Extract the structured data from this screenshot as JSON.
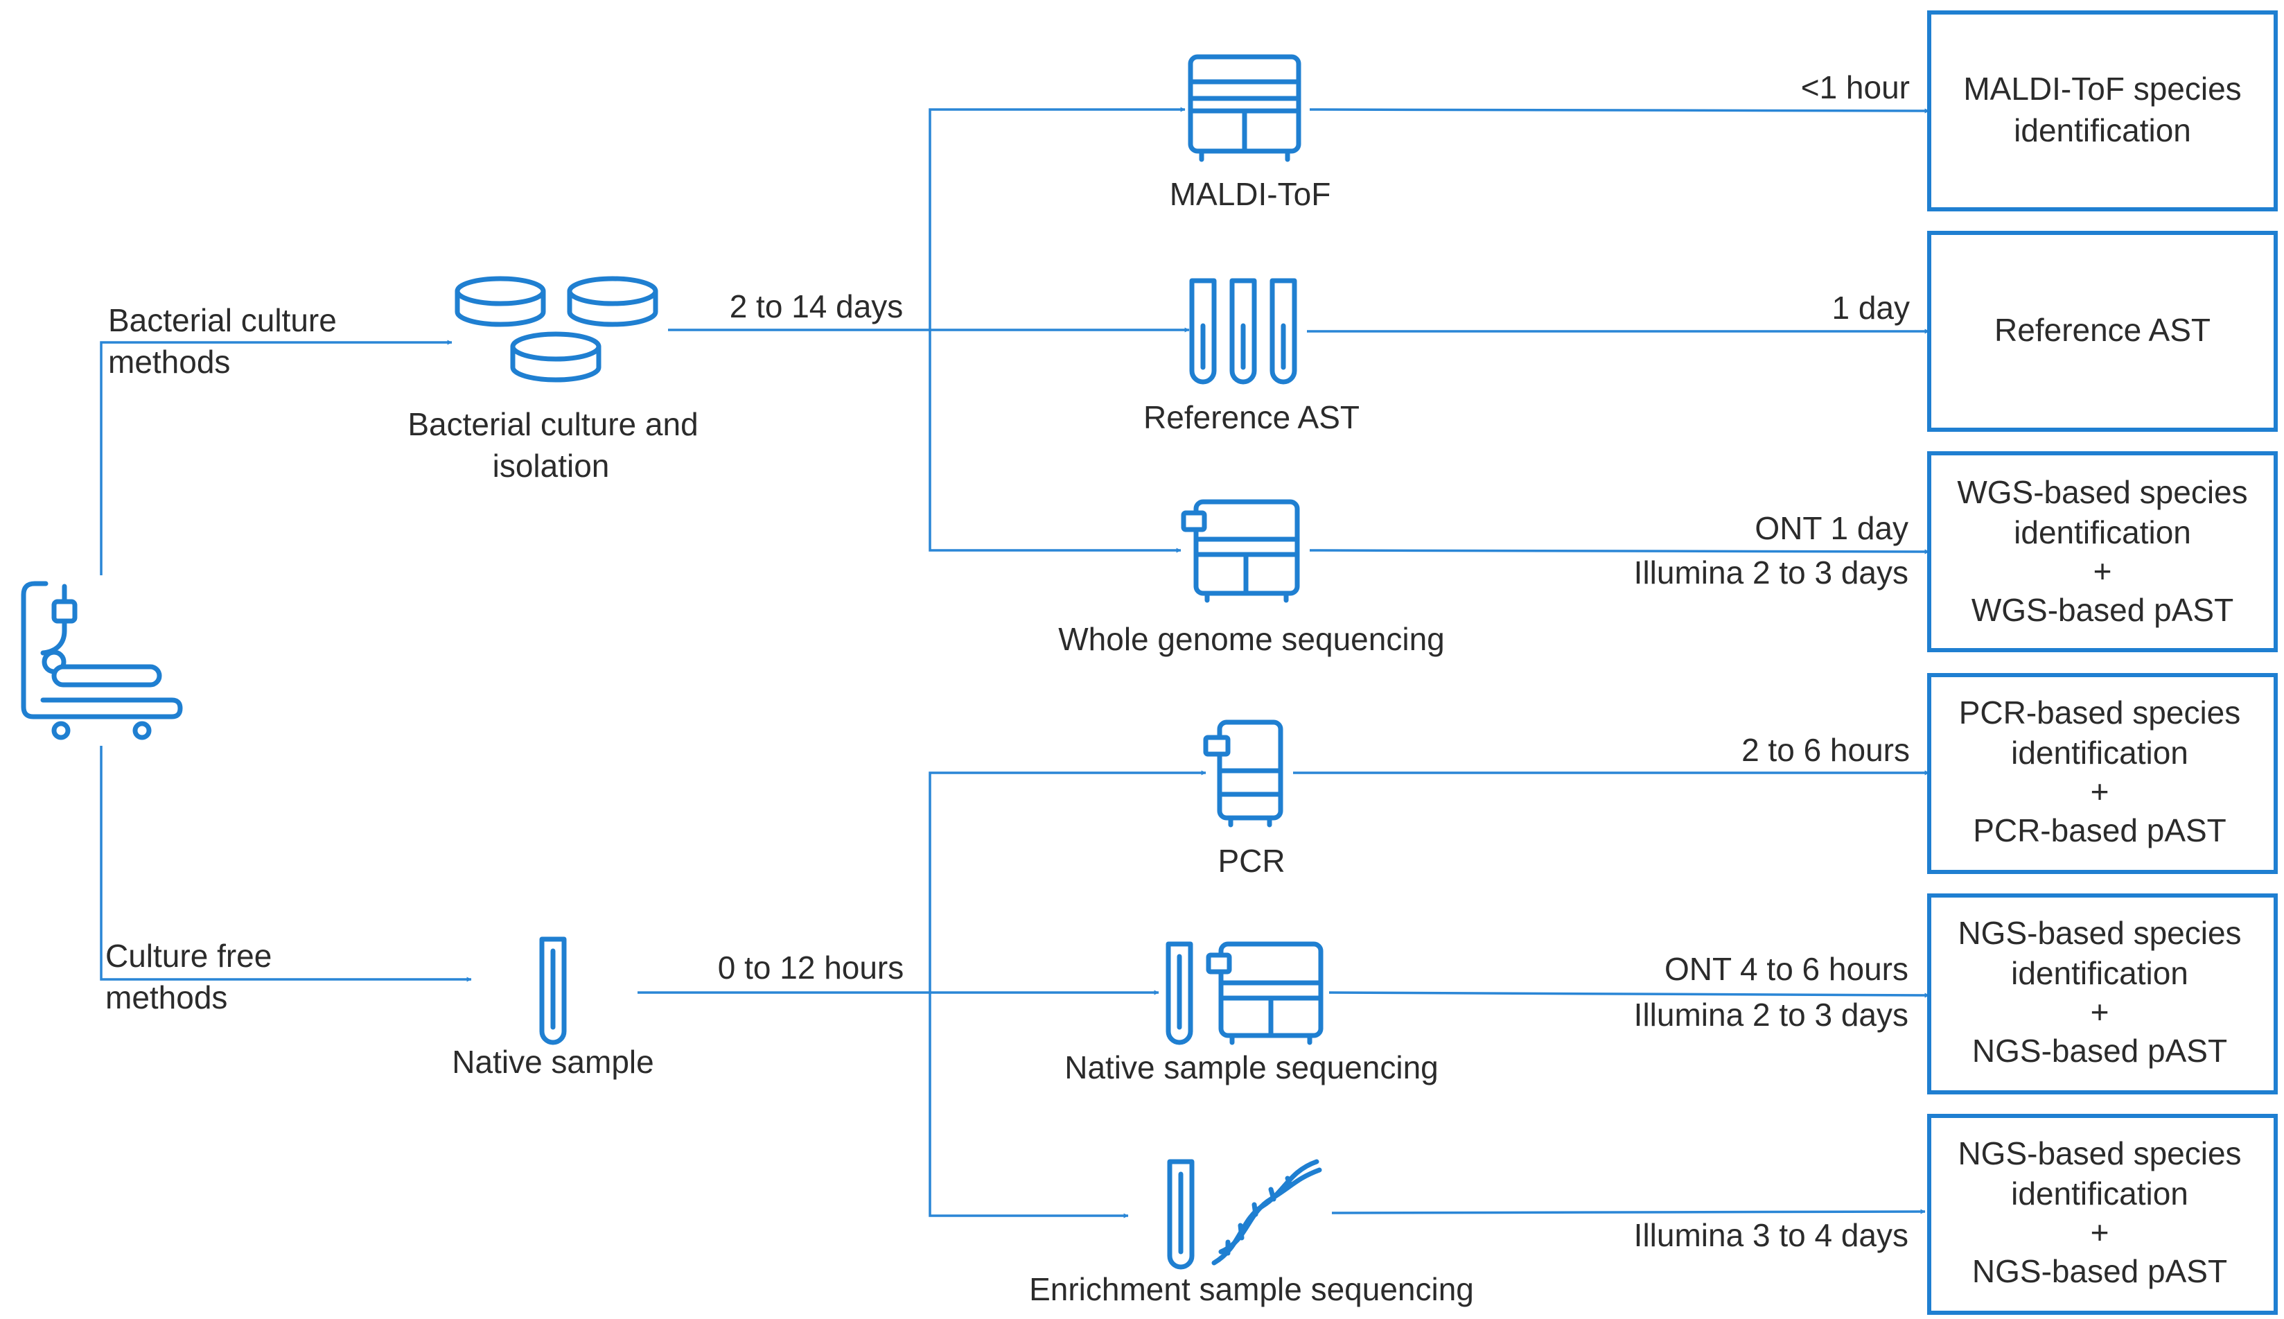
{
  "colors": {
    "accent": "#1f7fd1",
    "text": "#2b2b2b",
    "background": "#ffffff"
  },
  "branches": {
    "culture": {
      "label_line1": "Bacterial culture",
      "label_line2": "methods"
    },
    "free": {
      "label_line1": "Culture free",
      "label_line2": "methods"
    }
  },
  "samples": {
    "culture": {
      "label_line1": "Bacterial culture and",
      "label_line2": "isolation",
      "icon": "petri-dishes-icon"
    },
    "native": {
      "label": "Native sample",
      "icon": "sample-tube-icon"
    }
  },
  "durations": {
    "culture": "2 to 14 days",
    "native": "0 to 12 hours"
  },
  "patient_icon": "hospital-bed-patient-icon",
  "methods": [
    {
      "id": "maldi",
      "label": "MALDI-ToF",
      "icon": "maldi-instrument-icon",
      "time": [
        "<1 hour"
      ],
      "result": [
        "MALDI-ToF species",
        "identification"
      ]
    },
    {
      "id": "ast",
      "label": "Reference AST",
      "icon": "test-tubes-icon",
      "time": [
        "1 day"
      ],
      "result": [
        "Reference AST"
      ]
    },
    {
      "id": "wgs",
      "label": "Whole genome sequencing",
      "icon": "sequencer-icon",
      "time": [
        "ONT 1 day",
        "Illumina 2 to 3 days"
      ],
      "result": [
        "WGS-based species",
        "identification",
        "+",
        "WGS-based pAST"
      ]
    },
    {
      "id": "pcr",
      "label": "PCR",
      "icon": "pcr-machine-icon",
      "time": [
        "2 to 6 hours"
      ],
      "result": [
        "PCR-based species",
        "identification",
        "+",
        "PCR-based pAST"
      ]
    },
    {
      "id": "native-seq",
      "label": "Native sample sequencing",
      "icon": "tube-and-sequencer-icon",
      "time": [
        "ONT 4 to 6 hours",
        "Illumina 2 to 3 days"
      ],
      "result": [
        "NGS-based species",
        "identification",
        "+",
        "NGS-based pAST"
      ]
    },
    {
      "id": "enrich-seq",
      "label": "Enrichment sample sequencing",
      "icon": "tube-and-dna-icon",
      "time": [
        "Illumina 3 to 4 days"
      ],
      "result": [
        "NGS-based species",
        "identification",
        "+",
        "NGS-based pAST"
      ]
    }
  ]
}
